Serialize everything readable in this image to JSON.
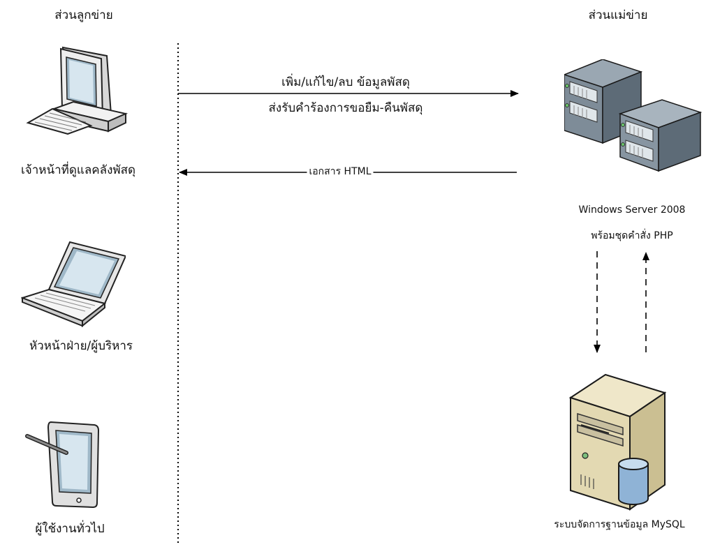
{
  "headers": {
    "client": "ส่วนลูกข่าย",
    "server": "ส่วนแม่ข่าย"
  },
  "clients": [
    {
      "label": "เจ้าหน้าที่ดูแลคลังพัสดุ",
      "icon": "desktop-computer-icon"
    },
    {
      "label": "หัวหน้าฝ่าย/ผู้บริหาร",
      "icon": "laptop-icon"
    },
    {
      "label": "ผู้ใช้งานทั่วไป",
      "icon": "tablet-icon"
    }
  ],
  "requests": {
    "line1": "เพิ่ม/แก้ไข/ลบ ข้อมูลพัสดุ",
    "line2": "ส่งรับคำร้องการขอยืม-คืนพัสดุ"
  },
  "response": {
    "label": "เอกสาร HTML"
  },
  "web_server": {
    "line1": "Windows Server 2008",
    "line2": "พร้อมชุดคำสั่ง PHP",
    "icon": "server-rack-icon"
  },
  "database": {
    "label": "ระบบจัดการฐานข้อมูล MySQL",
    "icon": "database-server-icon"
  }
}
